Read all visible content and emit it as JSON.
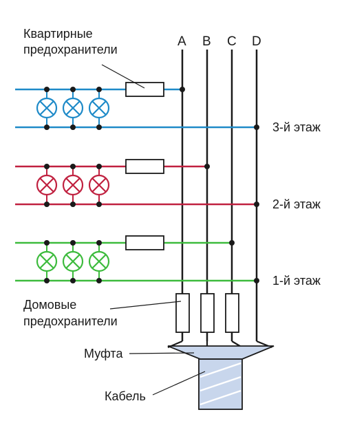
{
  "labels": {
    "apartment_fuses": [
      "Квартирные",
      "предохранители"
    ],
    "house_fuses": [
      "Домовые",
      "предохранители"
    ],
    "coupling": "Муфта",
    "cable": "Кабель"
  },
  "phases": [
    "A",
    "B",
    "C",
    "D"
  ],
  "floors": [
    {
      "label": "3-й этаж",
      "color": "#1e8ac8",
      "phase": "A"
    },
    {
      "label": "2-й этаж",
      "color": "#c0203f",
      "phase": "B"
    },
    {
      "label": "1-й этаж",
      "color": "#3dbb3d",
      "phase": "C"
    }
  ],
  "colors": {
    "wire": "#1a1a1a",
    "cable_fill": "#c8d6ec",
    "cable_stripe": "#ffffff"
  }
}
